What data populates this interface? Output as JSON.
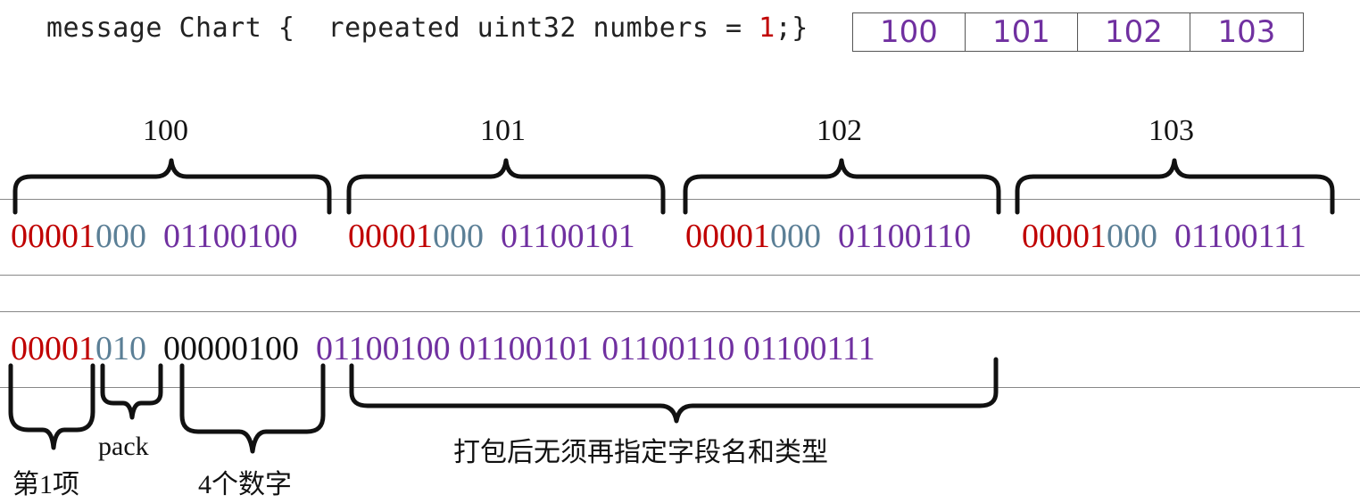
{
  "code": {
    "prefix": "message Chart {  repeated uint32 numbers = ",
    "field_number": "1",
    "suffix": ";}"
  },
  "values": [
    "100",
    "101",
    "102",
    "103"
  ],
  "unpacked": [
    {
      "label": "100",
      "tag_red": "00001",
      "tag_type": "000",
      "value": "01100100"
    },
    {
      "label": "101",
      "tag_red": "00001",
      "tag_type": "000",
      "value": "01100101"
    },
    {
      "label": "102",
      "tag_red": "00001",
      "tag_type": "000",
      "value": "01100110"
    },
    {
      "label": "103",
      "tag_red": "00001",
      "tag_type": "000",
      "value": "01100111"
    }
  ],
  "packed": {
    "tag_red": "00001",
    "tag_type": "010",
    "length": "00000100",
    "values": [
      "01100100",
      "01100101",
      "01100110",
      "01100111"
    ]
  },
  "annotations": {
    "field_item": "第1项",
    "pack": "pack",
    "count": "4个数字",
    "note": "打包后无须再指定字段名和类型"
  }
}
